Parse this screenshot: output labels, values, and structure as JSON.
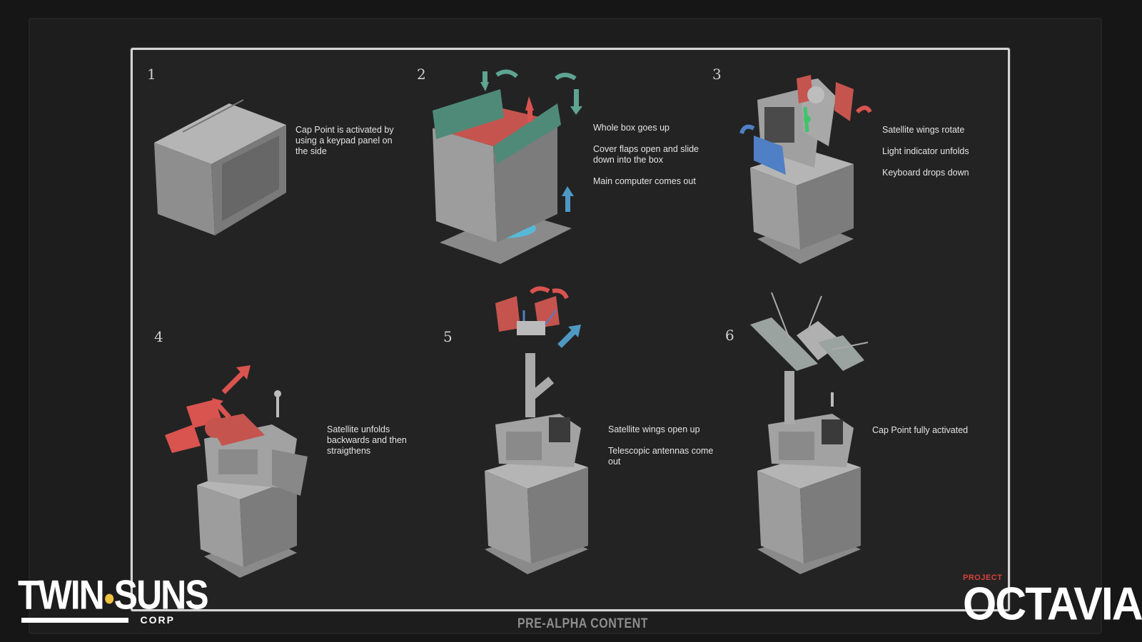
{
  "steps": [
    {
      "number": "1",
      "captions": [
        "Cap Point is activated by using a keypad panel on the side"
      ]
    },
    {
      "number": "2",
      "captions": [
        "Whole box goes up",
        "Cover flaps open and slide down into the box",
        "Main computer comes out"
      ]
    },
    {
      "number": "3",
      "captions": [
        "Satellite wings rotate",
        "Light indicator unfolds",
        "Keyboard drops down"
      ]
    },
    {
      "number": "4",
      "captions": [
        "Satellite unfolds backwards and then straigthens"
      ]
    },
    {
      "number": "5",
      "captions": [
        "Satellite wings open up",
        "Telescopic antennas come out"
      ]
    },
    {
      "number": "6",
      "captions": [
        "Cap Point fully activated"
      ]
    }
  ],
  "branding": {
    "studio_word_1": "TWIN",
    "studio_word_2": "SUNS",
    "studio_sub": "CORP",
    "project_label": "PROJECT",
    "project_name": "OCTAVIA",
    "footer_note": "PRE-ALPHA CONTENT"
  },
  "colors": {
    "panel_bg": "#232323",
    "model_gray": "#9a9a9a",
    "accent_red": "#d9534f",
    "accent_teal": "#5fa391",
    "accent_blue": "#4f7fc4",
    "accent_green": "#3fc46a"
  }
}
